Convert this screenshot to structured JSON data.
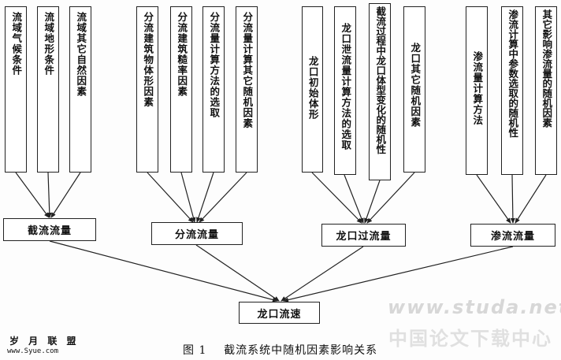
{
  "level1": [
    {
      "label": "流域气候条件"
    },
    {
      "label": "流域地形条件"
    },
    {
      "label": "流域其它自然因素"
    },
    {
      "label": "分流建筑物体形因素"
    },
    {
      "label": "分流建筑糙率因素"
    },
    {
      "label": "分流量计算方法的选取"
    },
    {
      "label": "分流量计算其它随机因素"
    },
    {
      "label": "龙口初始体形"
    },
    {
      "label": "龙口泄流量计算方法的选取"
    },
    {
      "label": "截流过程中龙口体型变化的随机性"
    },
    {
      "label": "龙口其它随机因素"
    },
    {
      "label": "渗流量计算方法"
    },
    {
      "label": "渗流计算中参数选取的随机性"
    },
    {
      "label": "其它影响渗流量的随机因素"
    }
  ],
  "level2": [
    {
      "label": "截流流量"
    },
    {
      "label": "分流流量"
    },
    {
      "label": "龙口过流量"
    },
    {
      "label": "渗流流量"
    }
  ],
  "root": {
    "label": "龙口流速"
  },
  "caption": "图 1    截流系统中随机因素影响关系",
  "watermark": {
    "url": "www.studa.net",
    "text": "中国论文下载中心"
  },
  "logo": {
    "name": "岁 月 联 盟",
    "url": "www.Syue.com"
  }
}
